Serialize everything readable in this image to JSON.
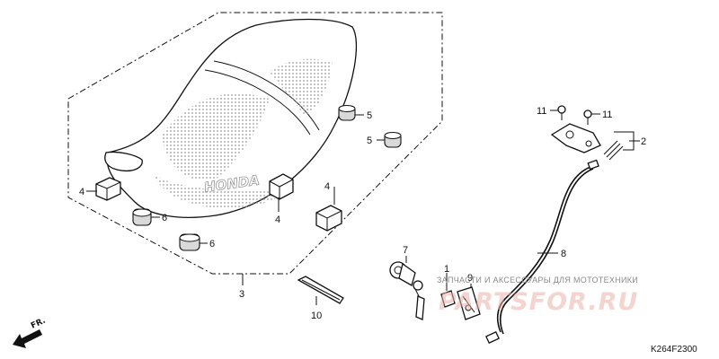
{
  "diagram": {
    "callouts": [
      {
        "id": "c1",
        "text": "1"
      },
      {
        "id": "c2",
        "text": "2"
      },
      {
        "id": "c3",
        "text": "3"
      },
      {
        "id": "c4a",
        "text": "4"
      },
      {
        "id": "c4b",
        "text": "4"
      },
      {
        "id": "c4c",
        "text": "4"
      },
      {
        "id": "c5a",
        "text": "5"
      },
      {
        "id": "c5b",
        "text": "5"
      },
      {
        "id": "c6a",
        "text": "6"
      },
      {
        "id": "c6b",
        "text": "6"
      },
      {
        "id": "c7",
        "text": "7"
      },
      {
        "id": "c8",
        "text": "8"
      },
      {
        "id": "c9",
        "text": "9"
      },
      {
        "id": "c10",
        "text": "10"
      },
      {
        "id": "c11a",
        "text": "11"
      },
      {
        "id": "c11b",
        "text": "11"
      }
    ],
    "front_indicator": "FR.",
    "diagram_code": "K264F2300",
    "seat_logo_text": "HONDA"
  },
  "watermark": {
    "tagline": "ЗАПЧАСТИ И АКСЕССУАРЫ ДЛЯ МОТОТЕХНИКИ",
    "brand": "PARTSFOR.RU",
    "brand_color": "#e07a6c"
  }
}
